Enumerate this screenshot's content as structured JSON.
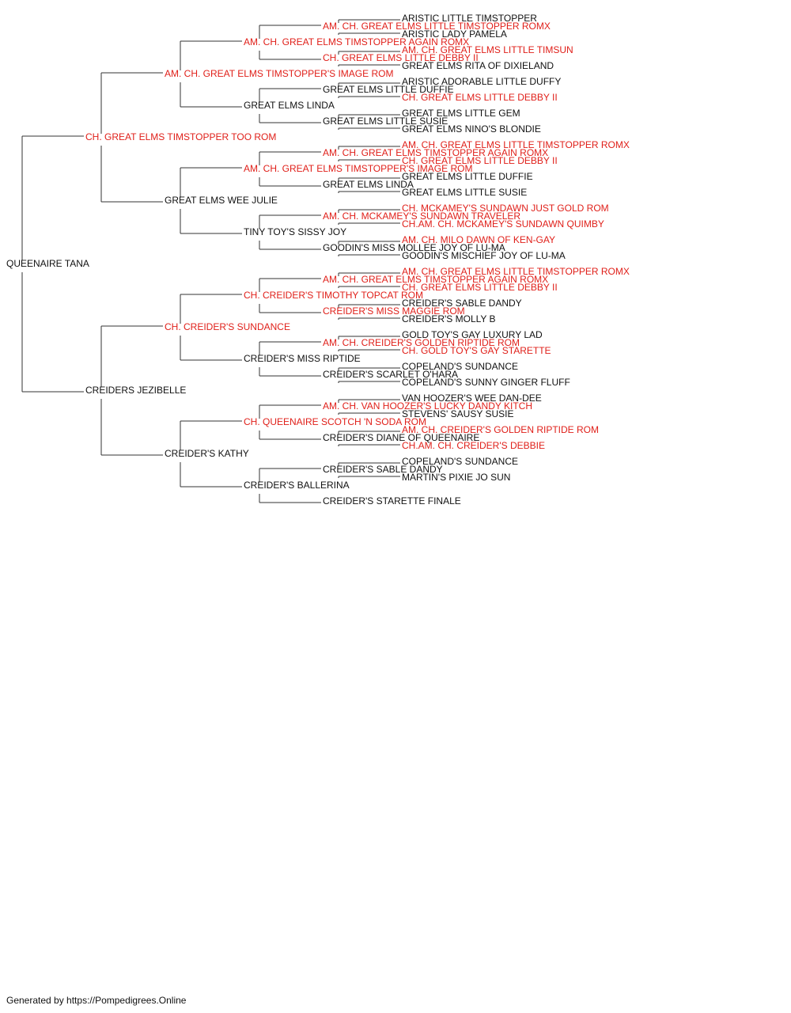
{
  "subject": "QUEENAIRE TANA",
  "colors": {
    "champion": "#e0201a",
    "plain": "#111111",
    "line": "#333333"
  },
  "generations": [
    [
      {
        "name": "QUEENAIRE TANA",
        "champion": false
      }
    ],
    [
      {
        "name": "CH. GREAT ELMS TIMSTOPPER TOO ROM",
        "champion": true
      },
      {
        "name": "CREIDERS JEZIBELLE",
        "champion": false
      }
    ],
    [
      {
        "name": "AM. CH. GREAT ELMS TIMSTOPPER'S IMAGE ROM",
        "champion": true
      },
      {
        "name": "GREAT ELMS WEE JULIE",
        "champion": false
      },
      {
        "name": "CH. CREIDER'S SUNDANCE",
        "champion": true
      },
      {
        "name": "CREIDER'S KATHY",
        "champion": false
      }
    ],
    [
      {
        "name": "AM. CH. GREAT ELMS TIMSTOPPER AGAIN ROMX",
        "champion": true
      },
      {
        "name": "GREAT ELMS LINDA",
        "champion": false
      },
      {
        "name": "AM. CH. GREAT ELMS TIMSTOPPER'S IMAGE ROM",
        "champion": true
      },
      {
        "name": "TINY TOY'S SISSY JOY",
        "champion": false
      },
      {
        "name": "CH. CREIDER'S TIMOTHY TOPCAT ROM",
        "champion": true
      },
      {
        "name": "CREIDER'S MISS RIPTIDE",
        "champion": false
      },
      {
        "name": "CH. QUEENAIRE SCOTCH 'N SODA ROM",
        "champion": true
      },
      {
        "name": "CREIDER'S BALLERINA",
        "champion": false
      }
    ],
    [
      {
        "name": "AM. CH. GREAT ELMS LITTLE TIMSTOPPER ROMX",
        "champion": true
      },
      {
        "name": "CH. GREAT ELMS LITTLE DEBBY II",
        "champion": true
      },
      {
        "name": "GREAT ELMS LITTLE DUFFIE",
        "champion": false
      },
      {
        "name": "GREAT ELMS LITTLE SUSIE",
        "champion": false
      },
      {
        "name": "AM. CH. GREAT ELMS TIMSTOPPER AGAIN ROMX",
        "champion": true
      },
      {
        "name": "GREAT ELMS LINDA",
        "champion": false
      },
      {
        "name": "AM. CH. MCKAMEY'S SUNDAWN TRAVELER",
        "champion": true
      },
      {
        "name": "GOODIN'S MISS MOLLEE JOY OF LU-MA",
        "champion": false
      },
      {
        "name": "AM. CH. GREAT ELMS TIMSTOPPER AGAIN ROMX",
        "champion": true
      },
      {
        "name": "CREIDER'S MISS MAGGIE ROM",
        "champion": true
      },
      {
        "name": "AM. CH. CREIDER'S GOLDEN RIPTIDE ROM",
        "champion": true
      },
      {
        "name": "CREIDER'S SCARLET O'HARA",
        "champion": false
      },
      {
        "name": "AM. CH. VAN HOOZER'S LUCKY DANDY KITCH",
        "champion": true
      },
      {
        "name": "CREIDER'S DIANE OF QUEENAIRE",
        "champion": false
      },
      {
        "name": "CREIDER'S SABLE DANDY",
        "champion": false
      },
      {
        "name": "CREIDER'S STARETTE FINALE",
        "champion": false
      }
    ],
    [
      {
        "name": "ARISTIC LITTLE TIMSTOPPER",
        "champion": false
      },
      {
        "name": "ARISTIC LADY PAMELA",
        "champion": false
      },
      {
        "name": "AM. CH. GREAT ELMS LITTLE TIMSUN",
        "champion": true
      },
      {
        "name": "GREAT ELMS RITA OF DIXIELAND",
        "champion": false
      },
      {
        "name": "ARISTIC ADORABLE LITTLE DUFFY",
        "champion": false
      },
      {
        "name": "CH. GREAT ELMS LITTLE DEBBY II",
        "champion": true
      },
      {
        "name": "GREAT ELMS LITTLE GEM",
        "champion": false
      },
      {
        "name": "GREAT ELMS NINO'S BLONDIE",
        "champion": false
      },
      {
        "name": "AM. CH. GREAT ELMS LITTLE TIMSTOPPER ROMX",
        "champion": true
      },
      {
        "name": "CH. GREAT ELMS LITTLE DEBBY II",
        "champion": true
      },
      {
        "name": "GREAT ELMS LITTLE DUFFIE",
        "champion": false
      },
      {
        "name": "GREAT ELMS LITTLE SUSIE",
        "champion": false
      },
      {
        "name": "CH. MCKAMEY'S SUNDAWN JUST GOLD ROM",
        "champion": true
      },
      {
        "name": "CH.AM. CH. MCKAMEY'S SUNDAWN QUIMBY",
        "champion": true
      },
      {
        "name": "AM. CH. MILO DAWN OF KEN-GAY",
        "champion": true
      },
      {
        "name": "GOODIN'S MISCHIEF JOY OF LU-MA",
        "champion": false
      },
      {
        "name": "AM. CH. GREAT ELMS LITTLE TIMSTOPPER ROMX",
        "champion": true
      },
      {
        "name": "CH. GREAT ELMS LITTLE DEBBY II",
        "champion": true
      },
      {
        "name": "CREIDER'S SABLE DANDY",
        "champion": false
      },
      {
        "name": "CREIDER'S MOLLY B",
        "champion": false
      },
      {
        "name": "GOLD TOY'S GAY LUXURY LAD",
        "champion": false
      },
      {
        "name": "CH. GOLD TOY'S GAY STARETTE",
        "champion": true
      },
      {
        "name": "COPELAND'S SUNDANCE",
        "champion": false
      },
      {
        "name": "COPELAND'S SUNNY GINGER FLUFF",
        "champion": false
      },
      {
        "name": "VAN HOOZER'S WEE DAN-DEE",
        "champion": false
      },
      {
        "name": "STEVENS' SAUSY SUSIE",
        "champion": false
      },
      {
        "name": "AM. CH. CREIDER'S GOLDEN RIPTIDE ROM",
        "champion": true
      },
      {
        "name": "CH.AM. CH. CREIDER'S DEBBIE",
        "champion": true
      },
      {
        "name": "COPELAND'S SUNDANCE",
        "champion": false
      },
      {
        "name": "MARTIN'S PIXIE JO SUN",
        "champion": false
      },
      null,
      null
    ]
  ],
  "footer": "Generated by https://Pompedigrees.Online"
}
